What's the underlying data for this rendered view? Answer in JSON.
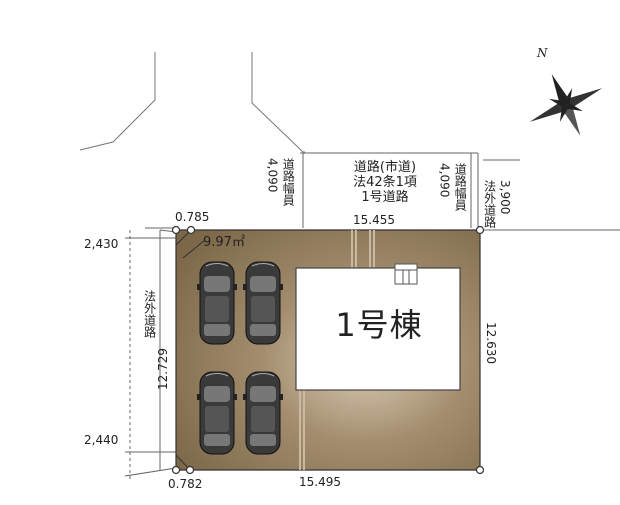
{
  "compass": {
    "label": "N",
    "icon": "north-compass-icon"
  },
  "road_main": {
    "lines": [
      "道路(市道)",
      "法42条1項",
      "1号道路"
    ],
    "width_left_label": "道路幅員",
    "width_left_value": "4,090",
    "width_right_label": "道路幅員",
    "width_right_value": "4,090"
  },
  "road_outside_right": {
    "label": "法外道路",
    "width": "3,900"
  },
  "road_outside_left": {
    "label": "法外道路"
  },
  "dimensions": {
    "top_frontage": "15.455",
    "bottom_frontage": "15.495",
    "left_side": "12.729",
    "right_side": "12.630",
    "corner_top_left": "0.785",
    "corner_bottom_left": "0.782",
    "left_top_offset": "2,430",
    "left_bottom_offset": "2,440"
  },
  "area_label": "9.97㎡",
  "building": {
    "label": "1号棟"
  },
  "colors": {
    "lot": "#8a7559",
    "lot_light": "#cbb89c",
    "building": "#ffffff",
    "line": "#444444"
  }
}
